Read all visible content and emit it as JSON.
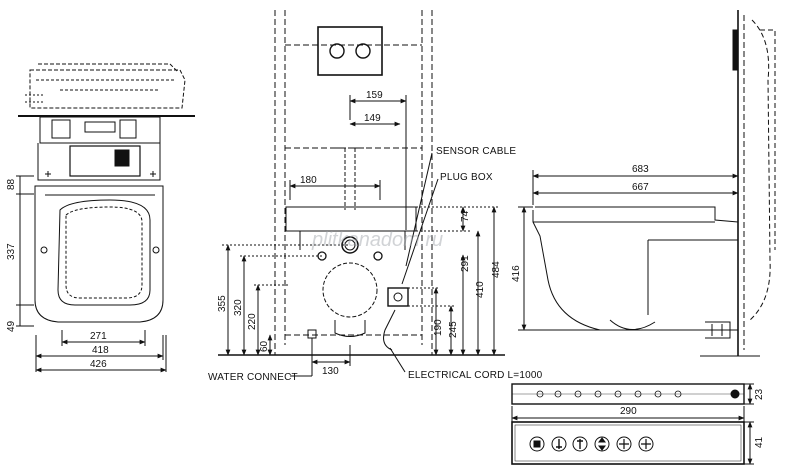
{
  "watermark": "plitkanadom.ru",
  "labels": {
    "sensor_cable": "SENSOR CABLE",
    "plug_box": "PLUG BOX",
    "water_connect": "WATER CONNECT",
    "electrical_cord": "ELECTRICAL CORD L=1000"
  },
  "dimensions": {
    "left_88": "88",
    "left_337": "337",
    "left_49": "49",
    "bottom_271": "271",
    "bottom_418": "418",
    "bottom_426": "426",
    "frame_159": "159",
    "frame_149": "149",
    "frame_180": "180",
    "frame_74": "74",
    "frame_291": "291",
    "frame_410": "410",
    "frame_484": "484",
    "frame_355": "355",
    "frame_320": "320",
    "frame_220": "220",
    "frame_60": "60",
    "frame_130": "130",
    "frame_190": "190",
    "frame_245": "245",
    "side_683": "683",
    "side_667": "667",
    "side_416": "416",
    "remote_290": "290",
    "remote_23": "23",
    "remote_41": "41"
  },
  "colors": {
    "line": "#111111",
    "panel_fill": "#1a1a1a",
    "watermark": "#9aa0a6"
  }
}
